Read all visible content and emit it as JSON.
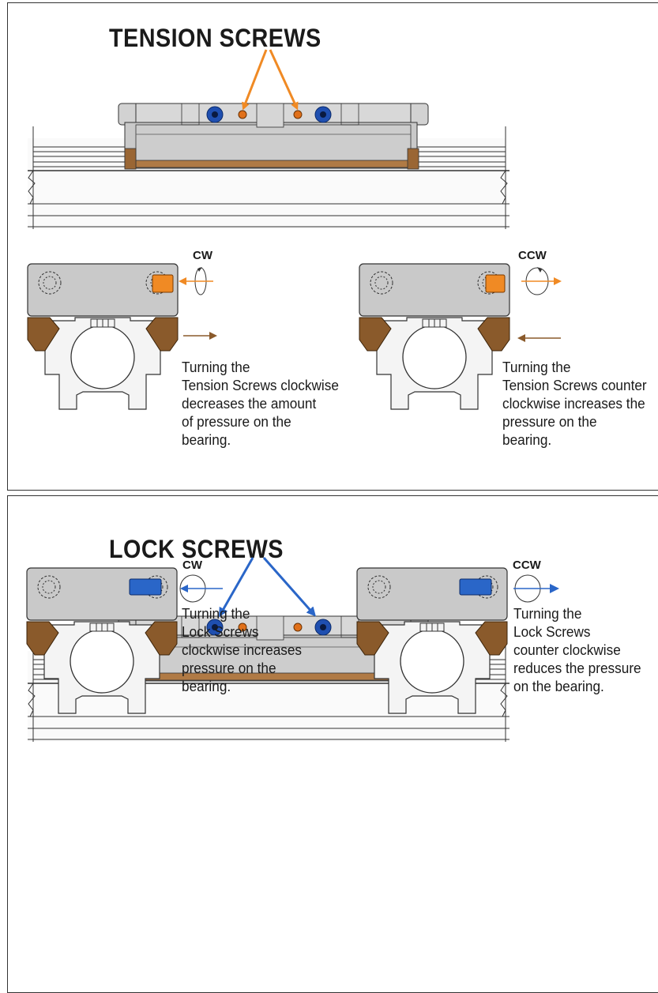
{
  "tension": {
    "title": "TENSION SCREWS",
    "cw_label": "CW",
    "ccw_label": "CCW",
    "note_cw": [
      "Turning the",
      "Tension Screws clockwise",
      "decreases the amount",
      "of pressure on the",
      "bearing."
    ],
    "note_ccw": [
      "Turning the",
      "Tension Screws counter",
      "clockwise increases the",
      "pressure on the",
      "bearing."
    ],
    "accent": "#f08a24"
  },
  "lock": {
    "title": "LOCK SCREWS",
    "cw_label": "CW",
    "ccw_label": "CCW",
    "note_cw": [
      "Turning the",
      "Lock Screws",
      "clockwise increases",
      "pressure on the",
      "bearing."
    ],
    "note_ccw": [
      "Turning the",
      "Lock Screws",
      "counter clockwise",
      "reduces the pressure",
      "on the bearing."
    ],
    "accent": "#2a66c8"
  },
  "colors": {
    "body_gray": "#c9c9c9",
    "rail_gray": "#f2f2f2",
    "bronze": "#8a5a2b",
    "blue_screw": "#1f4fb0",
    "orange_screw": "#f08a24"
  },
  "icons": [
    "tension-screw-icon",
    "lock-screw-icon",
    "cw-rotation-icon",
    "ccw-rotation-icon"
  ]
}
